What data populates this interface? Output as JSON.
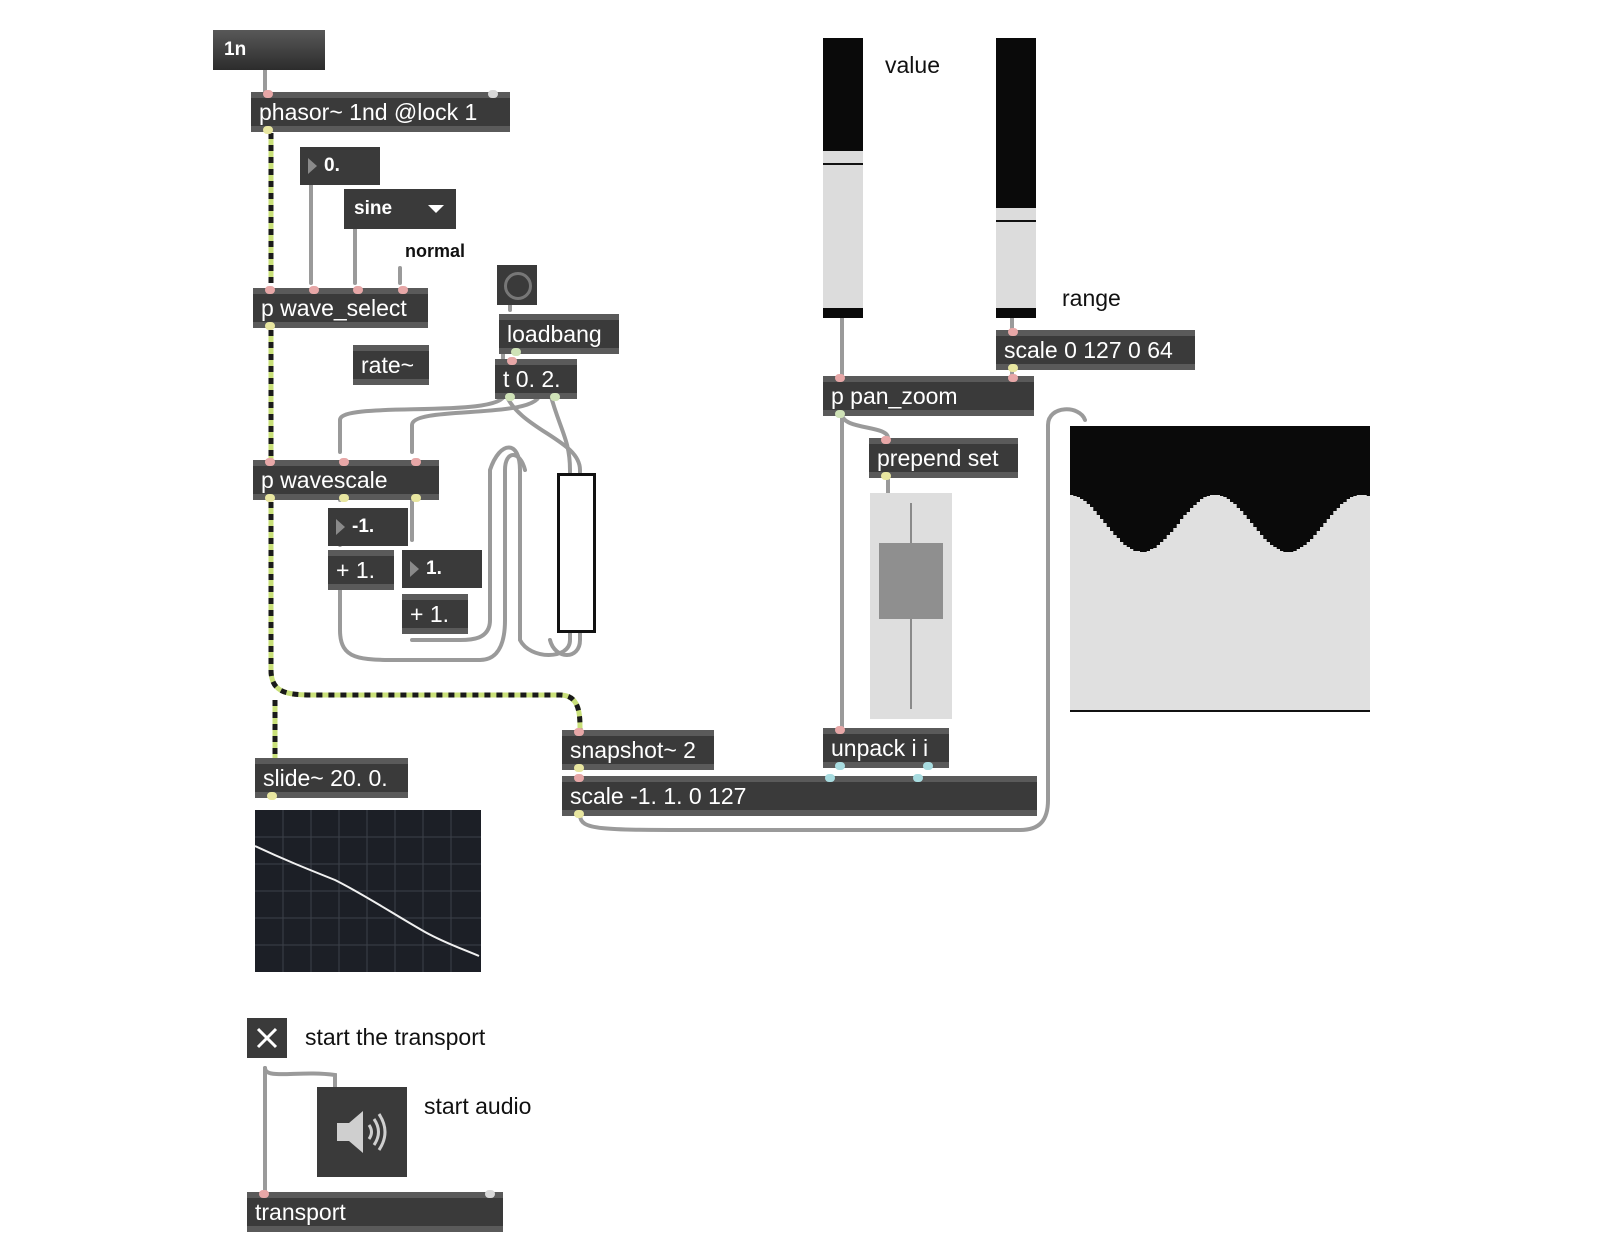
{
  "objects": {
    "msg_1n": "1n",
    "phasor": "phasor~ 1nd @lock 1",
    "num_0": "0.",
    "menu_sine": "sine",
    "normal": "normal",
    "wave_select": "p wave_select",
    "rate": "rate~",
    "loadbang": "loadbang",
    "trigger": "t 0. 2.",
    "wavescale": "p wavescale",
    "num_neg1": "-1.",
    "plus1_a": "+ 1.",
    "num_1": "1.",
    "plus1_b": "+ 1.",
    "slide": "slide~ 20. 0.",
    "snapshot": "snapshot~ 2",
    "scale_main": "scale -1. 1. 0 127",
    "pan_zoom": "p pan_zoom",
    "prepend": "prepend set",
    "unpack": "unpack i i",
    "scale_range": "scale 0 127 0 64",
    "transport": "transport"
  },
  "labels": {
    "value": "value",
    "range": "range",
    "start_transport": "start the transport",
    "start_audio": "start audio"
  },
  "sliders": {
    "value_level": 0.58,
    "range_level": 0.37
  },
  "toggle_checked": true,
  "colors": {
    "object_bg": "#3a3a3a",
    "signal_patch_cord": "#c9e07a",
    "scope_bg": "#1c1f26",
    "multislider_fill": "#e0e0e0"
  }
}
